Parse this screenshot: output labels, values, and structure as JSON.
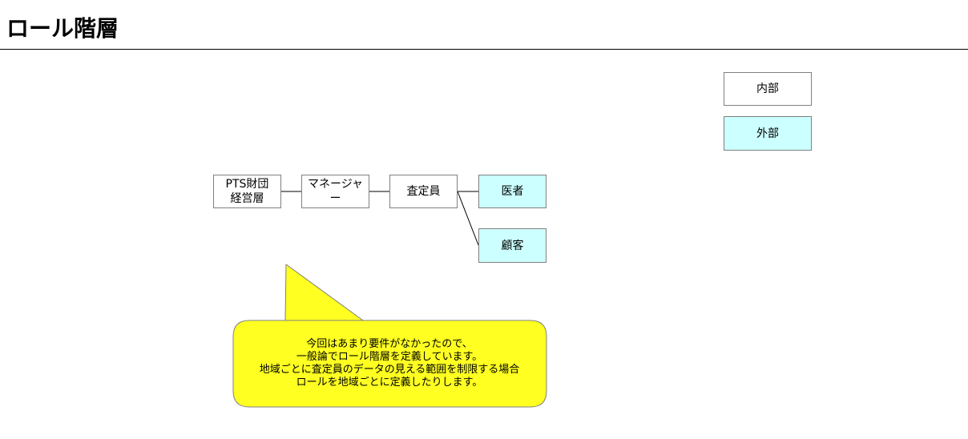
{
  "page": {
    "title": "ロール階層"
  },
  "legend": {
    "internal_label": "内部",
    "external_label": "外部",
    "internal_color": "#ffffff",
    "external_color": "#ccffff"
  },
  "roles": {
    "executives": "PTS財団\n経営層",
    "manager": "マネージャー",
    "assessor": "査定員",
    "doctor": "医者",
    "customer": "顧客"
  },
  "note": {
    "text": "今回はあまり要件がなかったので、\n一般論でロール階層を定義しています。\n地域ごとに査定員のデータの見える範囲を制限する場合\nロールを地域ごとに定義したりします。",
    "fill_color": "#ffff22"
  }
}
